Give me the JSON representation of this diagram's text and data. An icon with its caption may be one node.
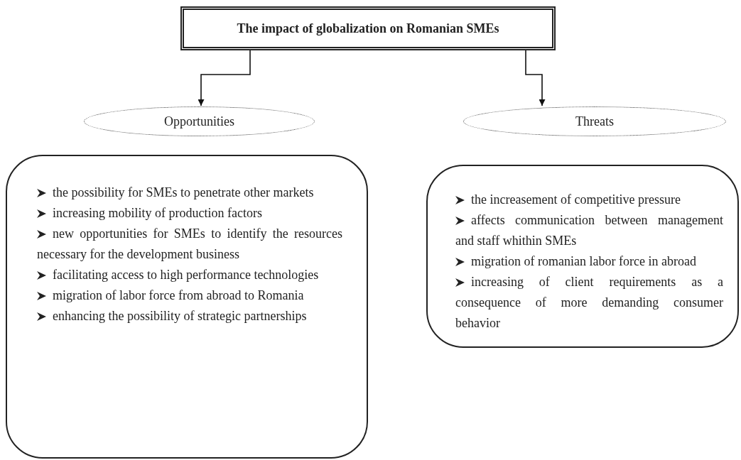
{
  "diagram": {
    "nodes": [
      {
        "text": [
          "The impact of globalization on Romanian SMEs"
        ]
      },
      {
        "text": [
          "Opportunities"
        ]
      },
      {
        "text": [
          "Threats"
        ]
      },
      {
        "text": [
          "the possibility for SMEs to penetrate other markets",
          "increasing mobility of production factors",
          "new opportunities for SMEs to identify the resources necessary for the development business",
          "facilitating access to high performance technologies",
          "migration of labor force from abroad to Romania",
          "enhancing the possibility of strategic partnerships"
        ]
      },
      {
        "text": [
          "the increasement of  competitive pressure",
          "affects communication between management and staff whithin SMEs",
          "migration of romanian labor force in abroad",
          "increasing of client requirements as a consequence of  more demanding consumer behavior"
        ]
      }
    ],
    "edges": [
      {
        "from": 0,
        "to": 1,
        "arrow": "to"
      },
      {
        "from": 0,
        "to": 2,
        "arrow": "to"
      }
    ]
  }
}
